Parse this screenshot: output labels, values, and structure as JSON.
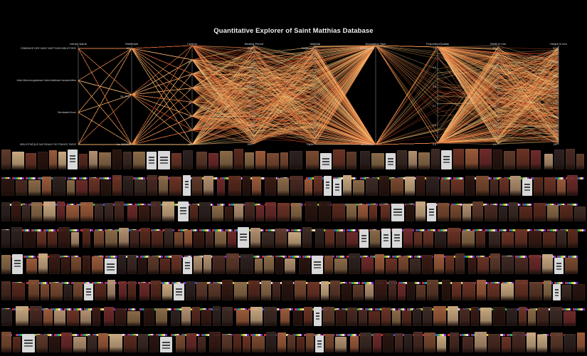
{
  "page": {
    "title": "Quantitative Explorer of Saint Matthias Database"
  },
  "parallel_coords": {
    "axes": [
      {
        "name": "Library Name",
        "ticks": [
          "EINBÄNDE DER SAINT-MATTHIAS-BIBLIOTHEK",
          "Abtei Mönchengladbach Saint-Matthias Handschriften",
          "Bernkastel-Kues",
          "BIBLIOTHÈQUE NATIONALE DE FRANCE PARIS"
        ]
      },
      {
        "name": "Shelfmark",
        "ticks": [
          "100",
          "Hs. 2001",
          "Inc. 16/1800"
        ]
      },
      {
        "name": "Century",
        "ticks": [
          "9",
          "10",
          "11",
          "12",
          "13",
          "14",
          "15",
          "16"
        ]
      },
      {
        "name": "Binding Period",
        "ticks": [
          "1000",
          "1100",
          "1200",
          "1300",
          "1400",
          "1500"
        ]
      },
      {
        "name": "Material",
        "ticks": [
          "Pergament",
          "Papier"
        ]
      },
      {
        "name": "Decoration Type",
        "ticks": [
          "Blindstempel",
          "Streicheisen"
        ]
      },
      {
        "name": "Proportion/Quality",
        "ticks": [
          "1.0",
          "0.9",
          "0.8",
          "0.7",
          "0.6",
          "0.5"
        ]
      },
      {
        "name": "Width in mm",
        "ticks": [
          "350",
          "300",
          "250",
          "200",
          "150",
          "100"
        ]
      },
      {
        "name": "Height in mm",
        "ticks": [
          "500",
          "450",
          "400",
          "350",
          "300",
          "250",
          "200",
          "150"
        ]
      }
    ],
    "colors": {
      "low": "#ffe8a0",
      "mid": "#f0a050",
      "high": "#c02010",
      "axis": "#888888"
    }
  },
  "grid": {
    "rows": 8,
    "cols": 44,
    "palette": [
      "#3a1b14",
      "#5a2a1e",
      "#6b3325",
      "#4a2a22",
      "#2b1510",
      "#7a4a30",
      "#8a6a48",
      "#b29070",
      "#c8a880",
      "#5e3a2a",
      "#3d2a24",
      "#6e2a2a",
      "#9a5a3a",
      "#2e2220"
    ],
    "strip_colors": [
      "#d03030",
      "#3060d0",
      "#30b050",
      "#e0c030",
      "#e0e0e0",
      "#8030c0"
    ]
  }
}
